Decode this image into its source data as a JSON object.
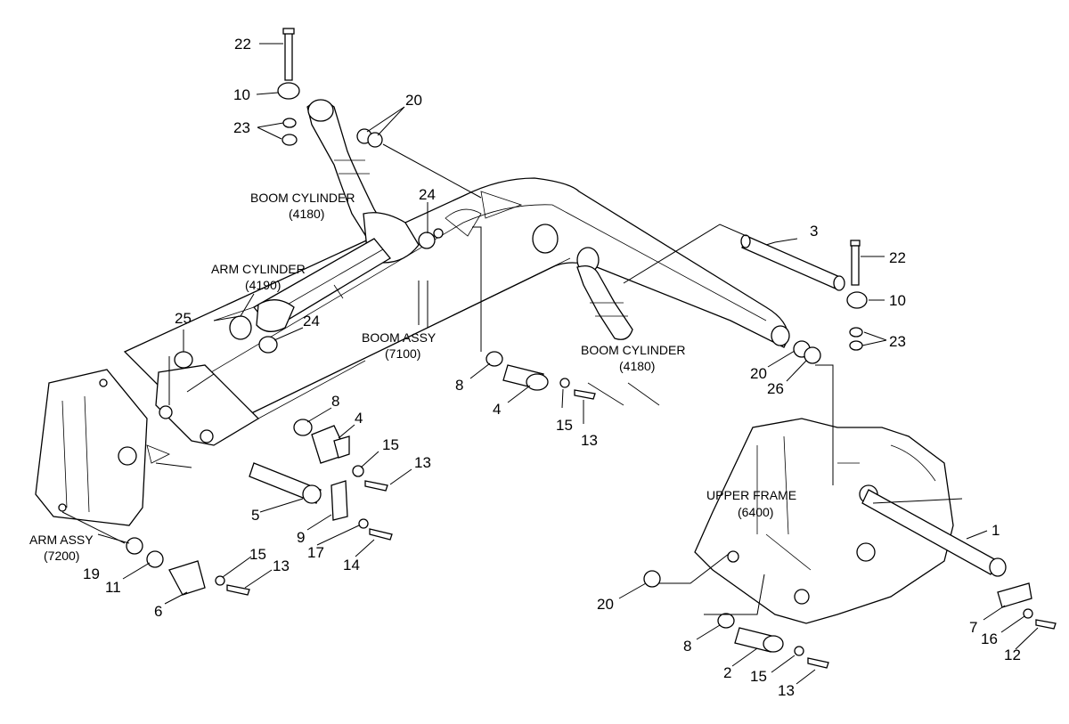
{
  "diagram": {
    "assembly_labels": {
      "boom_cylinder_top": [
        "BOOM CYLINDER",
        "(4180)"
      ],
      "arm_cylinder": [
        "ARM CYLINDER",
        "(4190)"
      ],
      "boom_assy": [
        "BOOM ASSY",
        "(7100)"
      ],
      "boom_cylinder_mid": [
        "BOOM CYLINDER",
        "(4180)"
      ],
      "upper_frame": [
        "UPPER FRAME",
        "(6400)"
      ],
      "arm_assy": [
        "ARM ASSY",
        "(7200)"
      ]
    },
    "callouts": {
      "c22a": "22",
      "c10a": "10",
      "c23a": "23",
      "c20a": "20",
      "c24a": "24",
      "c25": "25",
      "c24b": "24",
      "c8a": "8",
      "c4a": "4",
      "c15a": "15",
      "c13a": "13",
      "c5": "5",
      "c9": "9",
      "c17": "17",
      "c14": "14",
      "c19": "19",
      "c11": "11",
      "c6": "6",
      "c15b": "15",
      "c13b": "13",
      "c8b": "8",
      "c4b": "4",
      "c15c": "15",
      "c13c": "13",
      "c3": "3",
      "c22b": "22",
      "c10b": "10",
      "c23b": "23",
      "c20b": "20",
      "c26": "26",
      "c1": "1",
      "c7": "7",
      "c16": "16",
      "c12": "12",
      "c20c": "20",
      "c8c": "8",
      "c2": "2",
      "c15d": "15",
      "c13d": "13"
    }
  }
}
